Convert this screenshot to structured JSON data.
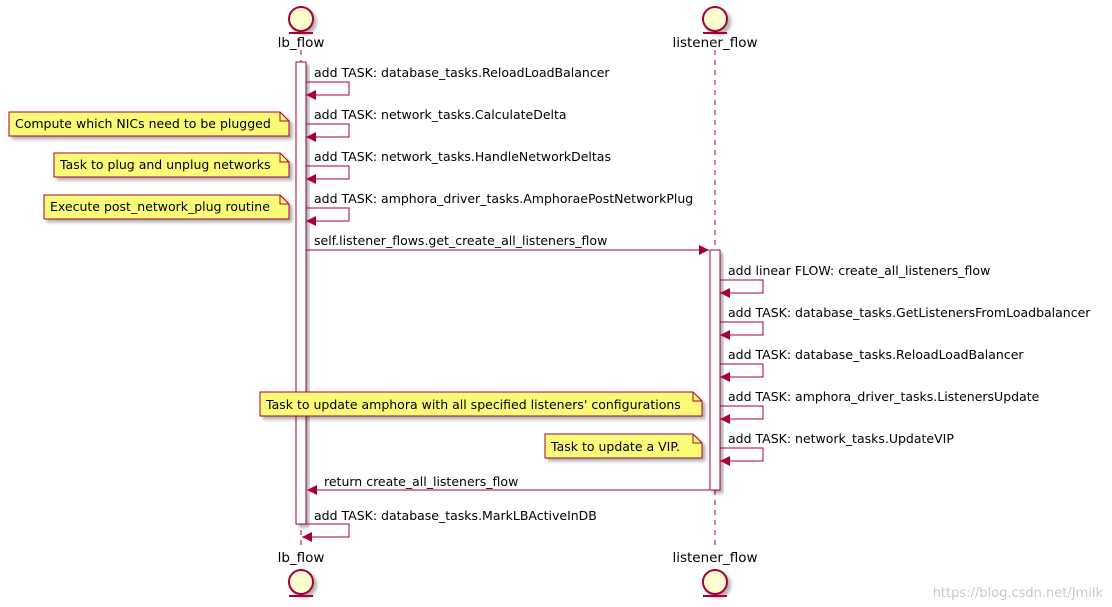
{
  "participants": {
    "lb_flow": "lb_flow",
    "listener_flow": "listener_flow"
  },
  "messages": {
    "m1": "add TASK: database_tasks.ReloadLoadBalancer",
    "m2": "add TASK: network_tasks.CalculateDelta",
    "m3": "add TASK: network_tasks.HandleNetworkDeltas",
    "m4": "add TASK: amphora_driver_tasks.AmphoraePostNetworkPlug",
    "m5": "self.listener_flows.get_create_all_listeners_flow",
    "m6": "add linear FLOW: create_all_listeners_flow",
    "m7": "add TASK: database_tasks.GetListenersFromLoadbalancer",
    "m8": "add TASK: database_tasks.ReloadLoadBalancer",
    "m9": "add TASK: amphora_driver_tasks.ListenersUpdate",
    "m10": "add TASK: network_tasks.UpdateVIP",
    "m11": "return create_all_listeners_flow",
    "m12": "add TASK: database_tasks.MarkLBActiveInDB"
  },
  "notes": {
    "n1": "Compute which NICs need to be plugged",
    "n2": "Task to plug and unplug networks",
    "n3": "Execute post_network_plug routine",
    "n4": "Task to update amphora with all specified listeners' configurations",
    "n5": "Task to update a VIP."
  },
  "watermark": "https://blog.csdn.net/Jmilk",
  "colors": {
    "entity_fill": "#FEFECE",
    "line": "#A80036",
    "note_fill": "#FBFB77",
    "note_border": "#A80036"
  }
}
